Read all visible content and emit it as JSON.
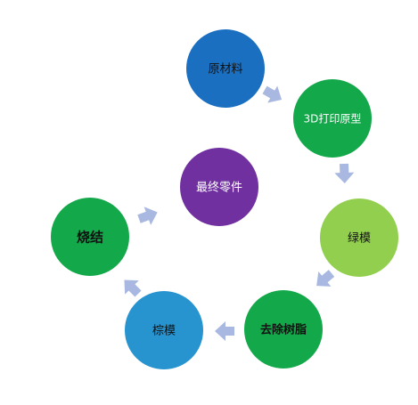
{
  "diagram": {
    "nodes": [
      {
        "id": "raw-material",
        "label": "原材料",
        "color": "#1b6fc1",
        "text_color": "#111111"
      },
      {
        "id": "3d-print-prototype",
        "label": "3D打印原型",
        "color": "#13a84a",
        "text_color": "#ffffff"
      },
      {
        "id": "green-mold",
        "label": "绿模",
        "color": "#92cf4f",
        "text_color": "#111111"
      },
      {
        "id": "remove-resin",
        "label": "去除树脂",
        "color": "#13a84a",
        "text_color": "#111111"
      },
      {
        "id": "brown-mold",
        "label": "棕模",
        "color": "#2793cf",
        "text_color": "#111111"
      },
      {
        "id": "sintering",
        "label": "烧结",
        "color": "#13a84a",
        "text_color": "#111111"
      },
      {
        "id": "final-part",
        "label": "最终零件",
        "color": "#7030a0",
        "text_color": "#ffffff"
      }
    ],
    "arrow_color": "#a8b8e0"
  }
}
